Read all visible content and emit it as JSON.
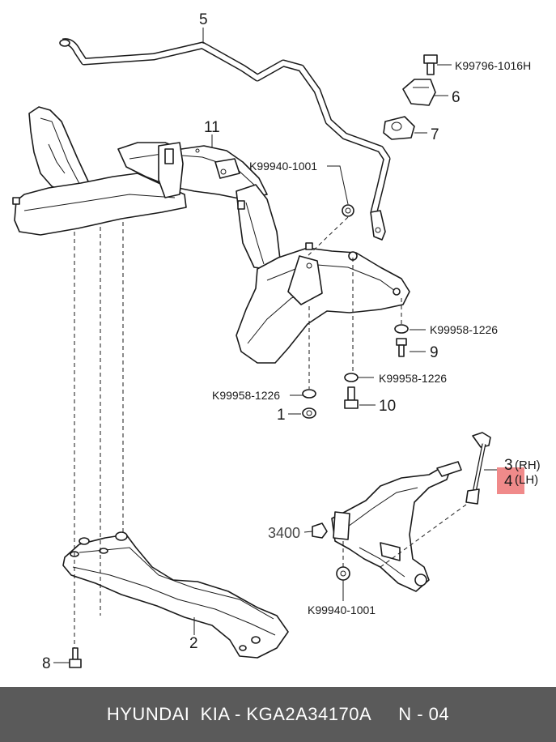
{
  "labels": {
    "l1": "1",
    "l2": "2",
    "l3": "3",
    "l3_suffix": "(RH)",
    "l4": "4",
    "l4_suffix": "(LH)",
    "l5": "5",
    "l6": "6",
    "l7": "7",
    "l8": "8",
    "l9": "9",
    "l10": "10",
    "l11": "11",
    "l3400": "3400",
    "pn_1016h": "K99796-1016H",
    "pn_1001_top": "K99940-1001",
    "pn_1226_right_upper": "K99958-1226",
    "pn_1226_right_lower": "K99958-1226",
    "pn_1226_left": "K99958-1226",
    "pn_1001_bottom": "K99940-1001"
  },
  "highlight_color": "#f08a8a",
  "footer": {
    "brand": "HYUNDAI  KIA - KGA2A34170A",
    "page": "N - 04"
  }
}
